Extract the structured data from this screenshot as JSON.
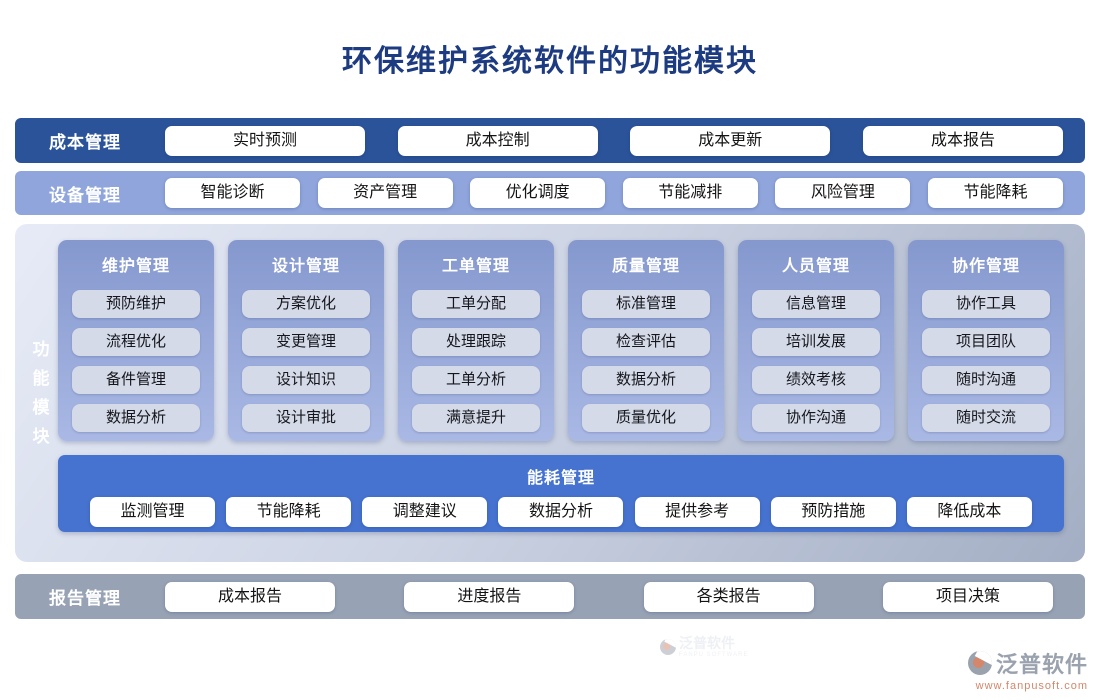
{
  "page": {
    "title": "环保维护系统软件的功能模块"
  },
  "cost": {
    "label": "成本管理",
    "buttons": [
      "实时预测",
      "成本控制",
      "成本更新",
      "成本报告"
    ]
  },
  "equipment": {
    "label": "设备管理",
    "buttons": [
      "智能诊断",
      "资产管理",
      "优化调度",
      "节能减排",
      "风险管理",
      "节能降耗"
    ]
  },
  "function_modules": {
    "side_label": "功能模块",
    "columns": [
      {
        "title": "维护管理",
        "items": [
          "预防维护",
          "流程优化",
          "备件管理",
          "数据分析"
        ]
      },
      {
        "title": "设计管理",
        "items": [
          "方案优化",
          "变更管理",
          "设计知识",
          "设计审批"
        ]
      },
      {
        "title": "工单管理",
        "items": [
          "工单分配",
          "处理跟踪",
          "工单分析",
          "满意提升"
        ]
      },
      {
        "title": "质量管理",
        "items": [
          "标准管理",
          "检查评估",
          "数据分析",
          "质量优化"
        ]
      },
      {
        "title": "人员管理",
        "items": [
          "信息管理",
          "培训发展",
          "绩效考核",
          "协作沟通"
        ]
      },
      {
        "title": "协作管理",
        "items": [
          "协作工具",
          "项目团队",
          "随时沟通",
          "随时交流"
        ]
      }
    ],
    "energy": {
      "title": "能耗管理",
      "buttons": [
        "监测管理",
        "节能降耗",
        "调整建议",
        "数据分析",
        "提供参考",
        "预防措施",
        "降低成本"
      ]
    }
  },
  "report": {
    "label": "报告管理",
    "buttons": [
      "成本报告",
      "进度报告",
      "各类报告",
      "项目决策"
    ]
  },
  "branding": {
    "logo_text": "泛普软件",
    "website": "www.fanpusoft.com",
    "watermark_text": "泛普软件",
    "watermark_sub": "FANPU SOFTWARE"
  },
  "colors": {
    "title": "#1d3b80",
    "cost_bar": "#2b5399",
    "equipment_bar": "#8fa5db",
    "energy_band": "#4673cf",
    "report_bar": "#97a3b4",
    "panel_top": "#8598ce",
    "panel_bottom": "#a9b8e4",
    "item_bg": "#d5dae8",
    "logo_gray": "#9aa2ae",
    "logo_orange": "#d4876a"
  }
}
